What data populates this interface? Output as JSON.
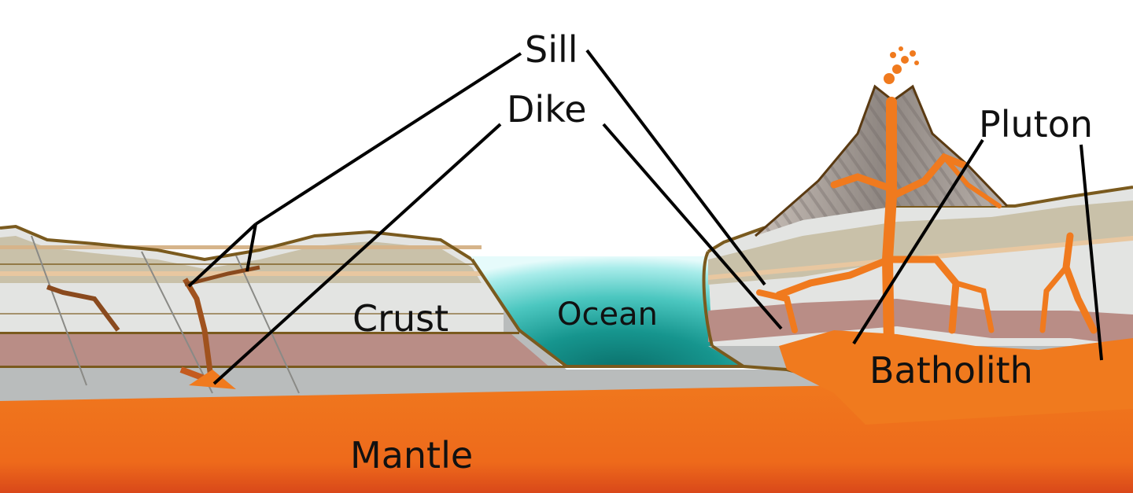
{
  "labels": {
    "sill": "Sill",
    "dike": "Dike",
    "pluton": "Pluton",
    "crust": "Crust",
    "ocean": "Ocean",
    "batholith": "Batholith",
    "mantle": "Mantle"
  },
  "colors": {
    "magma": "#f07a1e",
    "magma_dark": "#d9481a",
    "ocean_light": "#c8f4f2",
    "ocean_deep": "#0f7f7a",
    "strata_light": "#e3e4e2",
    "strata_sand": "#c9c1a9",
    "strata_pink": "#b98d86",
    "strata_rock": "#b9bcbc",
    "outline": "#7a5a1e",
    "leader_line": "#000000",
    "volcano_gray": "#9e9590"
  }
}
